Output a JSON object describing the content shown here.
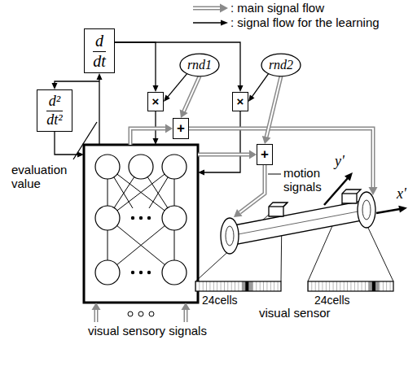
{
  "diagram": {
    "nodes": [
      {
        "text": [
          "d",
          "dt"
        ]
      },
      {
        "text": [
          "d²",
          "dt²"
        ]
      },
      {
        "text": [
          "rnd1"
        ]
      },
      {
        "text": [
          "rnd2"
        ]
      },
      {
        "text": [
          "×"
        ]
      },
      {
        "text": [
          "×"
        ]
      },
      {
        "text": [
          "+"
        ]
      },
      {
        "text": [
          "+"
        ]
      }
    ],
    "edges": [
      {
        "from": 0,
        "to": 4,
        "arrow": "to"
      },
      {
        "from": 0,
        "to": 5,
        "arrow": "to"
      },
      {
        "from": 2,
        "to": 4,
        "arrow": "to"
      },
      {
        "from": 2,
        "to": 6,
        "arrow": "to"
      },
      {
        "from": 3,
        "to": 5,
        "arrow": "to"
      },
      {
        "from": 3,
        "to": 7,
        "arrow": "to"
      }
    ],
    "labels": [
      "evaluation value",
      "motion signals",
      "visual sensory signals",
      "24cells",
      "24cells",
      "visual sensor",
      "y'",
      "x'"
    ],
    "legend": [
      {
        "text": ": main signal flow"
      },
      {
        "text": ": signal flow for the learning"
      }
    ]
  }
}
